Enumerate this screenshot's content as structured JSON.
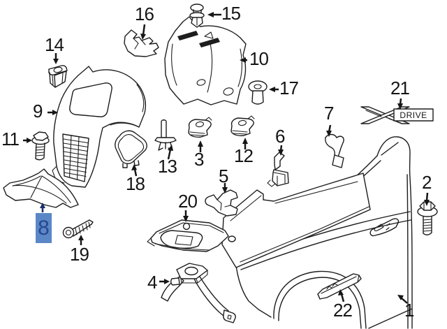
{
  "diagram": {
    "type": "exploded-parts-diagram",
    "background_color": "#ffffff",
    "line_color": "#1d1d1d"
  },
  "badge": {
    "x_symbol": "X",
    "drive_text": "DRIVE"
  },
  "highlight": {
    "highlighted_part": "8",
    "background_color": "#5b87c6",
    "number_color": "#27488f",
    "arrow_color": "#1b2f6b"
  },
  "parts": [
    {
      "number": "1"
    },
    {
      "number": "2"
    },
    {
      "number": "3"
    },
    {
      "number": "4"
    },
    {
      "number": "5"
    },
    {
      "number": "6"
    },
    {
      "number": "7"
    },
    {
      "number": "8"
    },
    {
      "number": "9"
    },
    {
      "number": "10"
    },
    {
      "number": "11"
    },
    {
      "number": "12"
    },
    {
      "number": "13"
    },
    {
      "number": "14"
    },
    {
      "number": "15"
    },
    {
      "number": "16"
    },
    {
      "number": "17"
    },
    {
      "number": "18"
    },
    {
      "number": "19"
    },
    {
      "number": "20"
    },
    {
      "number": "21"
    },
    {
      "number": "22"
    }
  ]
}
